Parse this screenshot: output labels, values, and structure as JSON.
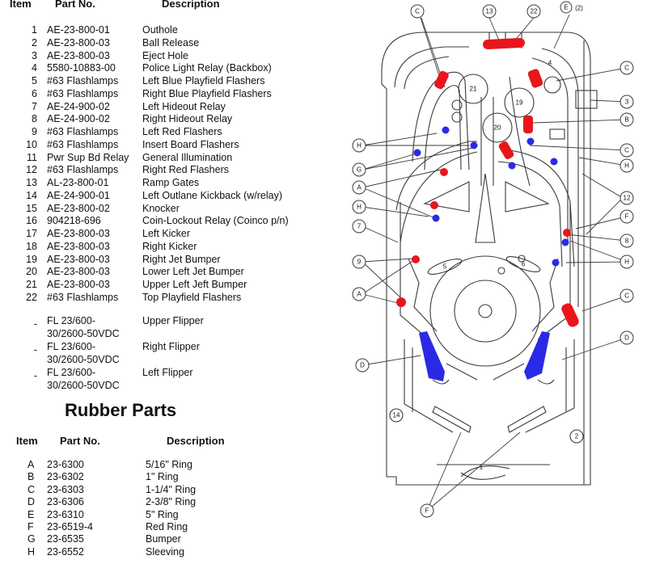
{
  "parts_table": {
    "headers": {
      "item": "Item",
      "part_no": "Part No.",
      "description": "Description"
    },
    "rows": [
      {
        "item": "1",
        "part": "AE-23-800-01",
        "desc": "Outhole"
      },
      {
        "item": "2",
        "part": "AE-23-800-03",
        "desc": "Ball Release"
      },
      {
        "item": "3",
        "part": "AE-23-800-03",
        "desc": "Eject Hole"
      },
      {
        "item": "4",
        "part": "5580-10883-00",
        "desc": "Police Light Relay (Backbox)"
      },
      {
        "item": "5",
        "part": "#63 Flashlamps",
        "desc": "Left Blue Playfield Flashers"
      },
      {
        "item": "6",
        "part": "#63 Flashlamps",
        "desc": "Right Blue Playfield Flashers"
      },
      {
        "item": "7",
        "part": "AE-24-900-02",
        "desc": "Left Hideout Relay"
      },
      {
        "item": "8",
        "part": "AE-24-900-02",
        "desc": "Right Hideout Relay"
      },
      {
        "item": "9",
        "part": "#63 Flashlamps",
        "desc": "Left Red Flashers"
      },
      {
        "item": "10",
        "part": "#63 Flashlamps",
        "desc": "Insert Board Flashers"
      },
      {
        "item": "11",
        "part": "Pwr Sup Bd Relay",
        "desc": "General Illumination"
      },
      {
        "item": "12",
        "part": "#63 Flashlamps",
        "desc": "Right Red Flashers"
      },
      {
        "item": "13",
        "part": "AL-23-800-01",
        "desc": "Ramp Gates"
      },
      {
        "item": "14",
        "part": "AE-24-900-01",
        "desc": "Left Outlane Kickback (w/relay)"
      },
      {
        "item": "15",
        "part": "AE-23-800-02",
        "desc": "Knocker"
      },
      {
        "item": "16",
        "part": "904218-696",
        "desc": "Coin-Lockout Relay (Coinco p/n)"
      },
      {
        "item": "17",
        "part": "AE-23-800-03",
        "desc": "Left Kicker"
      },
      {
        "item": "18",
        "part": "AE-23-800-03",
        "desc": "Right Kicker"
      },
      {
        "item": "19",
        "part": "AE-23-800-03",
        "desc": "Right Jet Bumper"
      },
      {
        "item": "20",
        "part": "AE-23-800-03",
        "desc": "Lower Left Jet Bumper"
      },
      {
        "item": "21",
        "part": "AE-23-800-03",
        "desc": "Upper Left Jeft Bumper"
      },
      {
        "item": "22",
        "part": "#63 Flashlamps",
        "desc": "Top Playfield Flashers"
      }
    ],
    "flipper_rows": [
      {
        "item": "-",
        "part_line1": "FL 23/600-",
        "part_line2": "30/2600-50VDC",
        "desc": "Upper Flipper"
      },
      {
        "item": "-",
        "part_line1": "FL 23/600-",
        "part_line2": "30/2600-50VDC",
        "desc": "Right Flipper"
      },
      {
        "item": "-",
        "part_line1": "FL 23/600-",
        "part_line2": "30/2600-50VDC",
        "desc": "Left Flipper"
      }
    ]
  },
  "rubber_parts": {
    "title": "Rubber Parts",
    "headers": {
      "item": "Item",
      "part_no": "Part No.",
      "description": "Description"
    },
    "rows": [
      {
        "item": "A",
        "part": "23-6300",
        "desc": "5/16\" Ring"
      },
      {
        "item": "B",
        "part": "23-6302",
        "desc": "1\" Ring"
      },
      {
        "item": "C",
        "part": "23-6303",
        "desc": "1-1/4\" Ring"
      },
      {
        "item": "D",
        "part": "23-6306",
        "desc": "2-3/8\" Ring"
      },
      {
        "item": "E",
        "part": "23-6310",
        "desc": "5\" Ring"
      },
      {
        "item": "F",
        "part": "23-6519-4",
        "desc": "Red Ring"
      },
      {
        "item": "G",
        "part": "23-6535",
        "desc": "Bumper"
      },
      {
        "item": "H",
        "part": "23-6552",
        "desc": "Sleeving"
      }
    ]
  },
  "diagram": {
    "callouts": {
      "c_top_left": "C",
      "n13": "13",
      "n22": "22",
      "e2": "E",
      "e2_suffix": "(2)",
      "c_right1": "C",
      "n3": "3",
      "b_right": "B",
      "c_right2": "C",
      "h_right1": "H",
      "n12": "12",
      "f_right": "F",
      "n8": "8",
      "h_right2": "H",
      "c_right3": "C",
      "d_right": "D",
      "h_left1": "H",
      "g_left": "G",
      "a_left1": "A",
      "h_left2": "H",
      "n7": "7",
      "n9": "9",
      "a_left2": "A",
      "d_left": "D",
      "f_bottom": "F",
      "bumper19": "19",
      "bumper20": "20",
      "bumper21": "21",
      "n14": "14",
      "n1": "1",
      "n2": "2",
      "n5": "5",
      "n6": "6",
      "n4_hole": "4"
    },
    "colors": {
      "red_marker": "#e8161b",
      "blue_marker": "#2a2ae6",
      "line": "#3a3a3a"
    }
  }
}
